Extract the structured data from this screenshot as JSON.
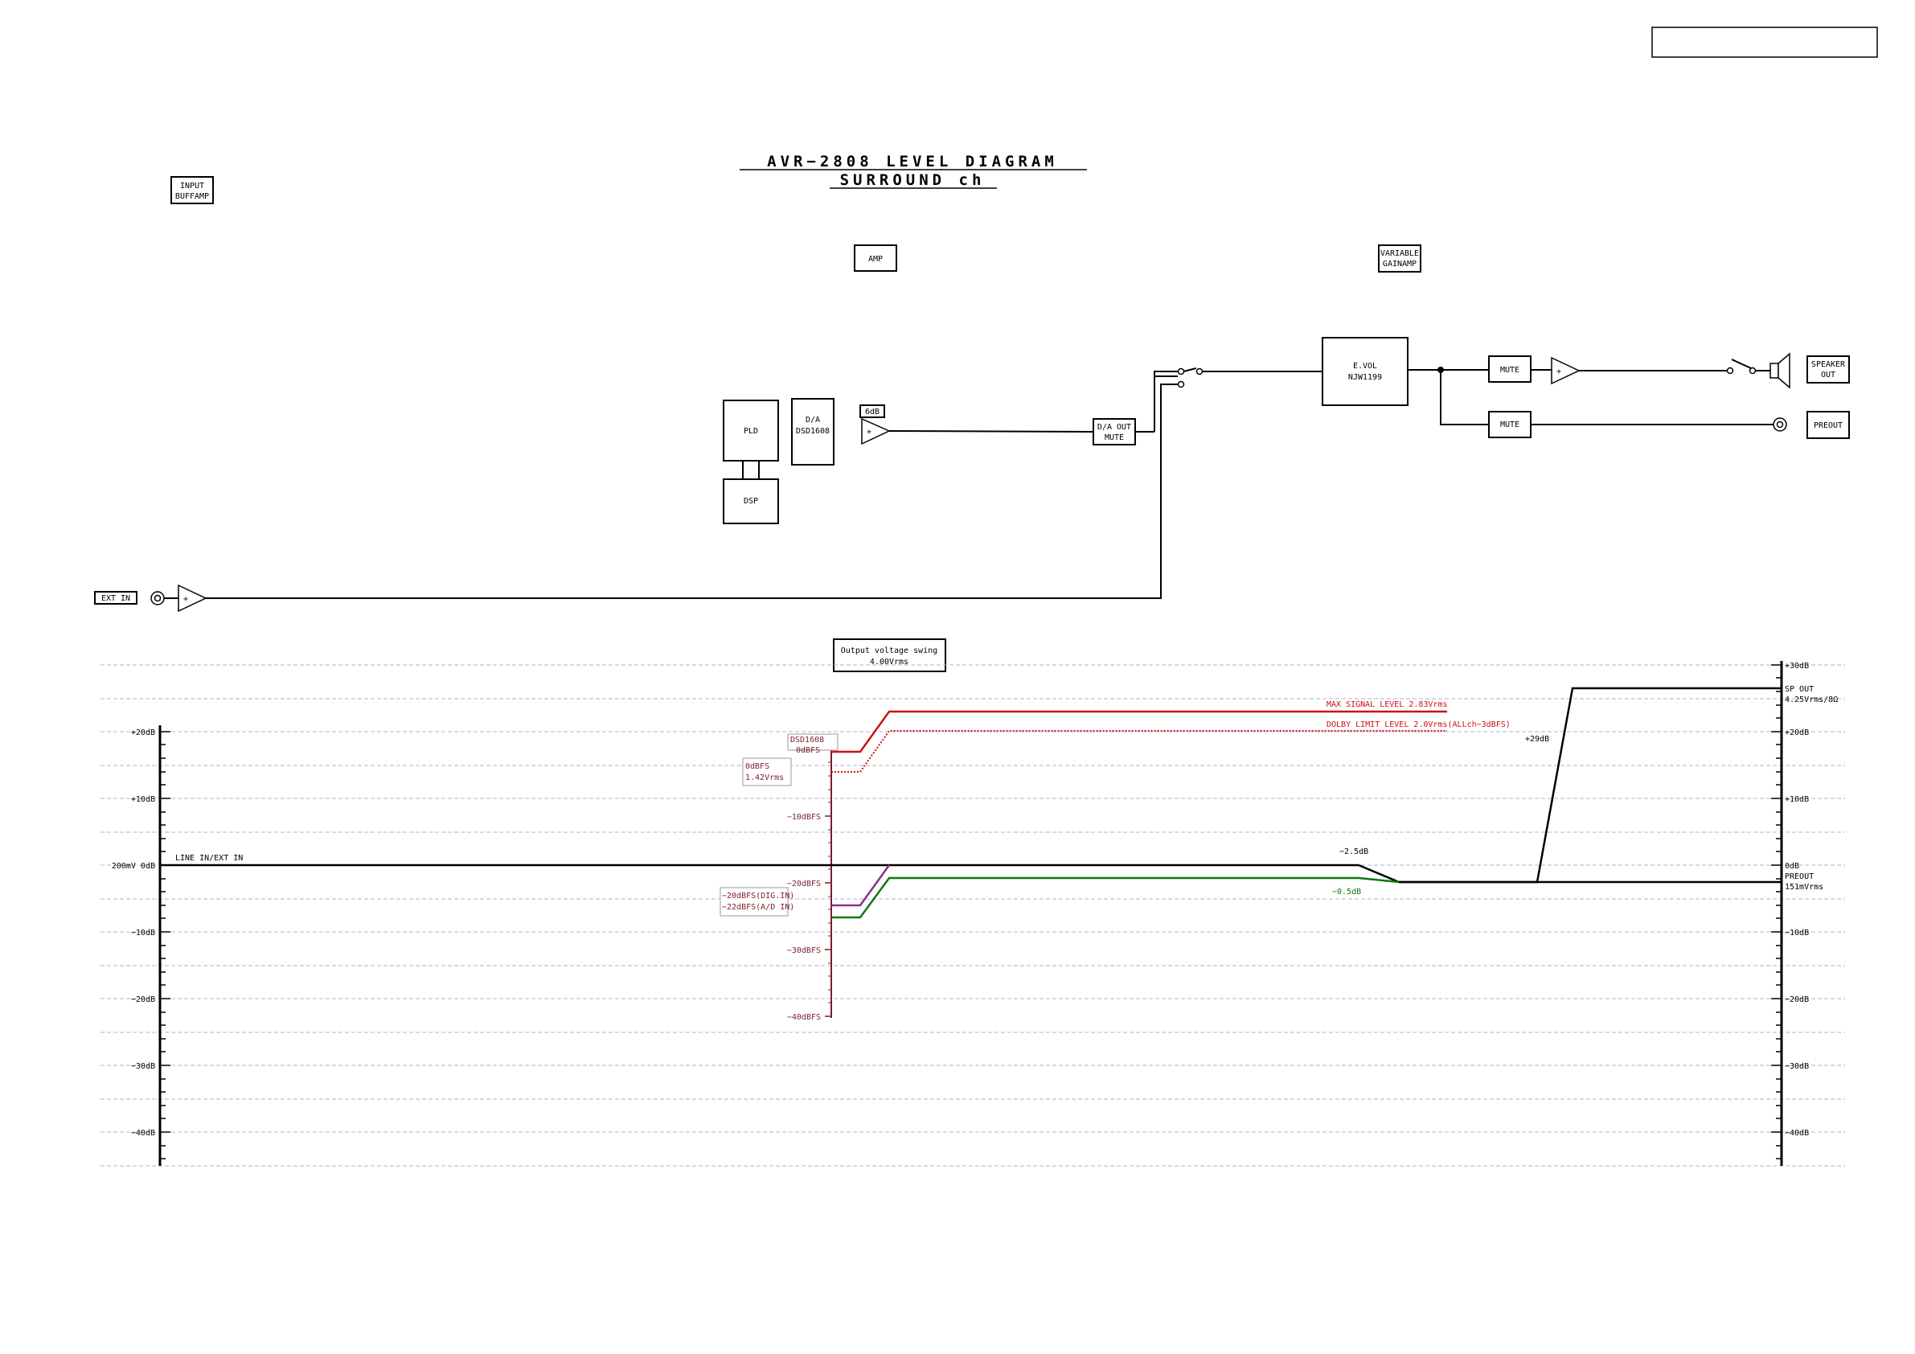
{
  "title": {
    "line1": "AVR−2808 LEVEL DIAGRAM",
    "line2": "SURROUND ch"
  },
  "header_box": "",
  "blocks": {
    "input_buffamp_1": "INPUT",
    "input_buffamp_2": "BUFFAMP",
    "amp": "AMP",
    "variable_gainamp_1": "VARIABLE",
    "variable_gainamp_2": "GAINAMP",
    "pld": "PLD",
    "dsp": "DSP",
    "da_1": "D/A",
    "da_2": "DSD1608",
    "gain_6db": "6dB",
    "da_out_mute_1": "D/A OUT",
    "da_out_mute_2": "MUTE",
    "evol_1": "E.VOL",
    "evol_2": "NJW1199",
    "mute_top": "MUTE",
    "mute_bottom": "MUTE",
    "speaker_out_1": "SPEAKER",
    "speaker_out_2": "OUT",
    "preout": "PREOUT",
    "ext_in": "EXT IN",
    "amp_plus": "+"
  },
  "level": {
    "output_swing_1": "Output voltage swing",
    "output_swing_2": "4.00Vrms",
    "left_axis": [
      "+20dB",
      "+10dB",
      "200mV  0dB",
      "−10dB",
      "−20dB",
      "−30dB",
      "−40dB"
    ],
    "right_axis": [
      "+30dB",
      "+20dB",
      "+10dB",
      "0dB",
      "−10dB",
      "−20dB",
      "−30dB",
      "−40dB"
    ],
    "dbfs_axis": [
      "−10dBFS",
      "−20dBFS",
      "−30dBFS",
      "−40dBFS"
    ],
    "dsd_label_1": "DSD1608",
    "dsd_label_2": "0dBFS",
    "zero_dbfs_1": "0dBFS",
    "zero_dbfs_2": "1.42Vrms",
    "dig_in_1": "−20dBFS(DIG.IN)",
    "dig_in_2": "−22dBFS(A/D IN)",
    "line_in": "LINE IN/EXT IN",
    "max_signal": "MAX SIGNAL LEVEL 2.83Vrms",
    "dolby_limit": "DOLBY LIMIT LEVEL 2.0Vrms(ALLch−3dBFS)",
    "plus29": "+29dB",
    "sp_out_1": "SP OUT",
    "sp_out_2": "4.25Vrms/8Ω",
    "minus25": "−2.5dB",
    "minus05": "−0.5dB",
    "preout_1": "PREOUT",
    "preout_2": "151mVrms"
  },
  "colors": {
    "max": "#cc1111",
    "dolby": "#cc1111",
    "green": "#117711",
    "purple": "#883388",
    "dbfs": "#7a1f2b"
  }
}
